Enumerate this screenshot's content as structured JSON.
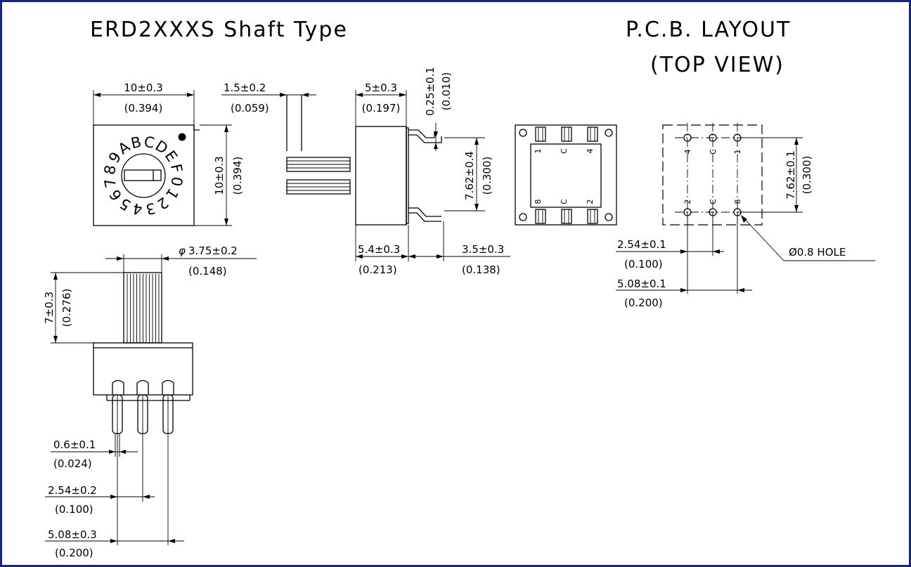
{
  "title": "ERD2XXXS Shaft Type",
  "pcb_title": "P.C.B. LAYOUT",
  "pcb_subtitle": "(TOP VIEW)",
  "dial_chars": [
    "0",
    "1",
    "2",
    "3",
    "4",
    "5",
    "6",
    "7",
    "8",
    "9",
    "A",
    "B",
    "C",
    "D",
    "E",
    "F"
  ],
  "smd_pin_labels": {
    "top": [
      "1",
      "C",
      "4"
    ],
    "bottom": [
      "8",
      "C",
      "2"
    ]
  },
  "pcb_pin_labels": {
    "top": [
      "4",
      "C",
      "1"
    ],
    "bottom": [
      "2",
      "C",
      "8"
    ]
  },
  "dims": {
    "width_top": "10±0.3",
    "width_top_in": "(0.394)",
    "height_right": "10±0.3",
    "height_right_in": "(0.394)",
    "lead_thk": "1.5±0.2",
    "lead_thk_in": "(0.059)",
    "body_depth": "5±0.3",
    "body_depth_in": "(0.197)",
    "lead_gap": "0.25±0.1",
    "lead_gap_in": "(0.010)",
    "lead_span": "7.62±0.4",
    "lead_span_in": "(0.300)",
    "body_len": "5.4±0.3",
    "body_len_in": "(0.213)",
    "lead_len": "3.5±0.3",
    "lead_len_in": "(0.138)",
    "shaft_dia_sym": "φ",
    "shaft_dia": "3.75±0.2",
    "shaft_dia_in": "(0.148)",
    "shaft_h": "7±0.3",
    "shaft_h_in": "(0.276)",
    "pin_w": "0.6±0.1",
    "pin_w_in": "(0.024)",
    "pin_pitch": "2.54±0.2",
    "pin_pitch_in": "(0.100)",
    "pin_span": "5.08±0.3",
    "pin_span_in": "(0.200)",
    "pcb_row": "7.62±0.1",
    "pcb_row_in": "(0.300)",
    "pcb_pitch": "2.54±0.1",
    "pcb_pitch_in": "(0.100)",
    "pcb_span": "5.08±0.1",
    "pcb_span_in": "(0.200)",
    "hole": "Ø0.8 HOLE"
  },
  "colors": {
    "frame": "#1a237e",
    "ink": "#000000",
    "paper": "#ffffff"
  }
}
